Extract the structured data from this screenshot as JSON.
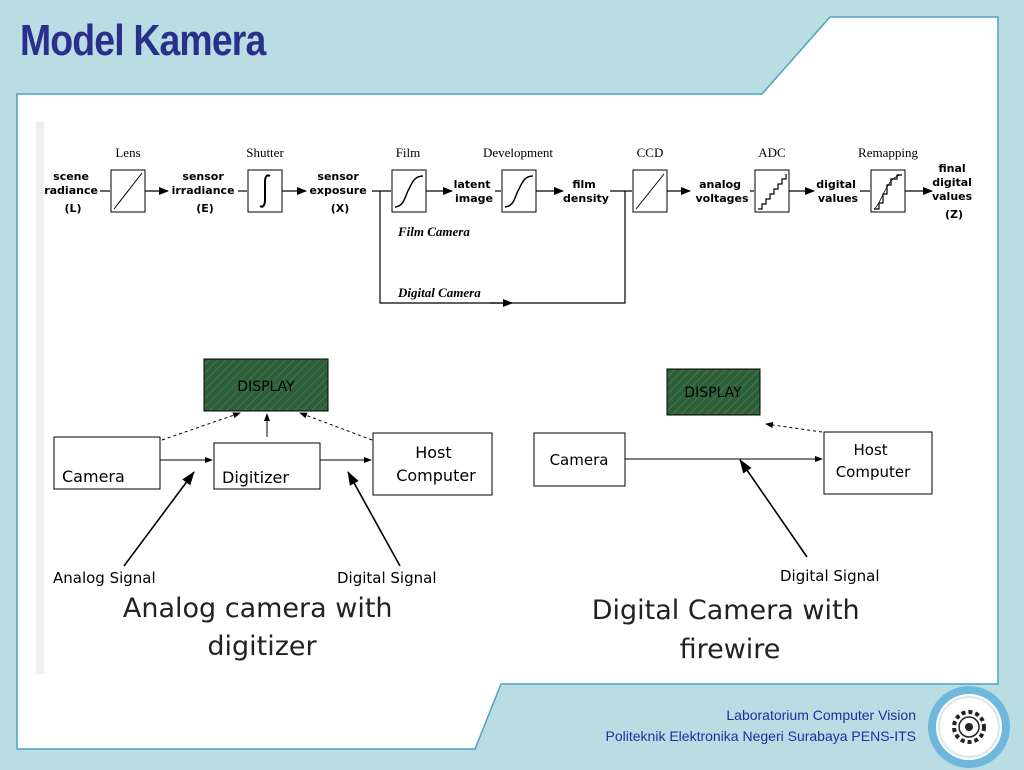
{
  "title": "Model Kamera",
  "colors": {
    "background": "#b9dde3",
    "panel": "#ffffff",
    "border": "#4aa3c0",
    "title": "#2b2f8c",
    "display_fill": "#2f5f3a",
    "footer_text": "#1f2ea0"
  },
  "pipeline": {
    "stages": [
      {
        "label": "Lens",
        "icon": "diagonal-line-icon"
      },
      {
        "label": "Shutter",
        "icon": "integral-icon"
      },
      {
        "label": "Film",
        "icon": "s-curve-icon"
      },
      {
        "label": "Development",
        "icon": "s-curve-icon"
      },
      {
        "label": "CCD",
        "icon": "diagonal-line-icon"
      },
      {
        "label": "ADC",
        "icon": "staircase-icon"
      },
      {
        "label": "Remapping",
        "icon": "staircase-curve-icon"
      }
    ],
    "quantities": {
      "scene": [
        "scene",
        "radiance",
        "(L)"
      ],
      "irradiance": [
        "sensor",
        "irradiance",
        "(E)"
      ],
      "exposure": [
        "sensor",
        "exposure",
        "(X)"
      ],
      "latent": [
        "latent",
        "image"
      ],
      "film_density": [
        "film",
        "density"
      ],
      "analog": [
        "analog",
        "voltages"
      ],
      "digital": [
        "digital",
        "values"
      ],
      "final": [
        "final",
        "digital",
        "values",
        "(Z)"
      ]
    },
    "film_path_label": "Film Camera",
    "digital_path_label": "Digital Camera"
  },
  "analog_diagram": {
    "display": "DISPLAY",
    "camera": "Camera",
    "digitizer": "Digitizer",
    "host": [
      "Host",
      "Computer"
    ],
    "analog_signal": "Analog Signal",
    "digital_signal": "Digital Signal",
    "caption": [
      "Analog camera with",
      "digitizer"
    ]
  },
  "digital_diagram": {
    "display": "DISPLAY",
    "camera": "Camera",
    "host": [
      "Host",
      "Computer"
    ],
    "digital_signal": "Digital Signal",
    "caption": [
      "Digital Camera with",
      "firewire"
    ]
  },
  "footer": {
    "line1": "Laboratorium Computer Vision",
    "line2": "Politeknik Elektronika Negeri Surabaya PENS-ITS"
  },
  "logo_icon": "institution-seal-icon"
}
